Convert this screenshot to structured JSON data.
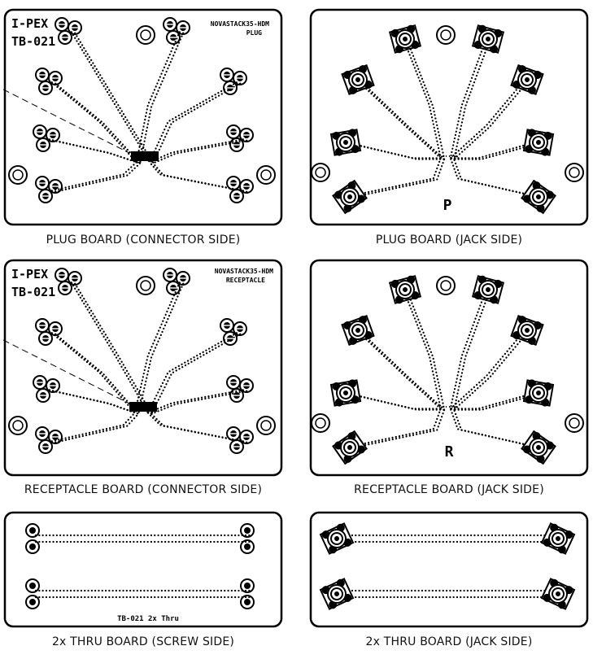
{
  "panels": {
    "plug_connector": {
      "caption": "PLUG BOARD (CONNECTOR SIDE)",
      "brand": "I-PEX",
      "part": "TB-021",
      "product_line1": "NOVASTACK35-HDM",
      "product_line2": "PLUG"
    },
    "plug_jack": {
      "caption": "PLUG BOARD (JACK SIDE)",
      "letter": "P"
    },
    "receptacle_connector": {
      "caption": "RECEPTACLE BOARD (CONNECTOR SIDE)",
      "brand": "I-PEX",
      "part": "TB-021",
      "product_line1": "NOVASTACK35-HDM",
      "product_line2": "RECEPTACLE"
    },
    "receptacle_jack": {
      "caption": "RECEPTACLE BOARD (JACK SIDE)",
      "letter": "R"
    },
    "thru_screw": {
      "caption": "2x THRU BOARD (SCREW SIDE)",
      "marking": "TB-021 2x Thru"
    },
    "thru_jack": {
      "caption": "2x THRU BOARD (JACK SIDE)"
    }
  },
  "colors": {
    "line": "#000000",
    "background": "#ffffff"
  }
}
